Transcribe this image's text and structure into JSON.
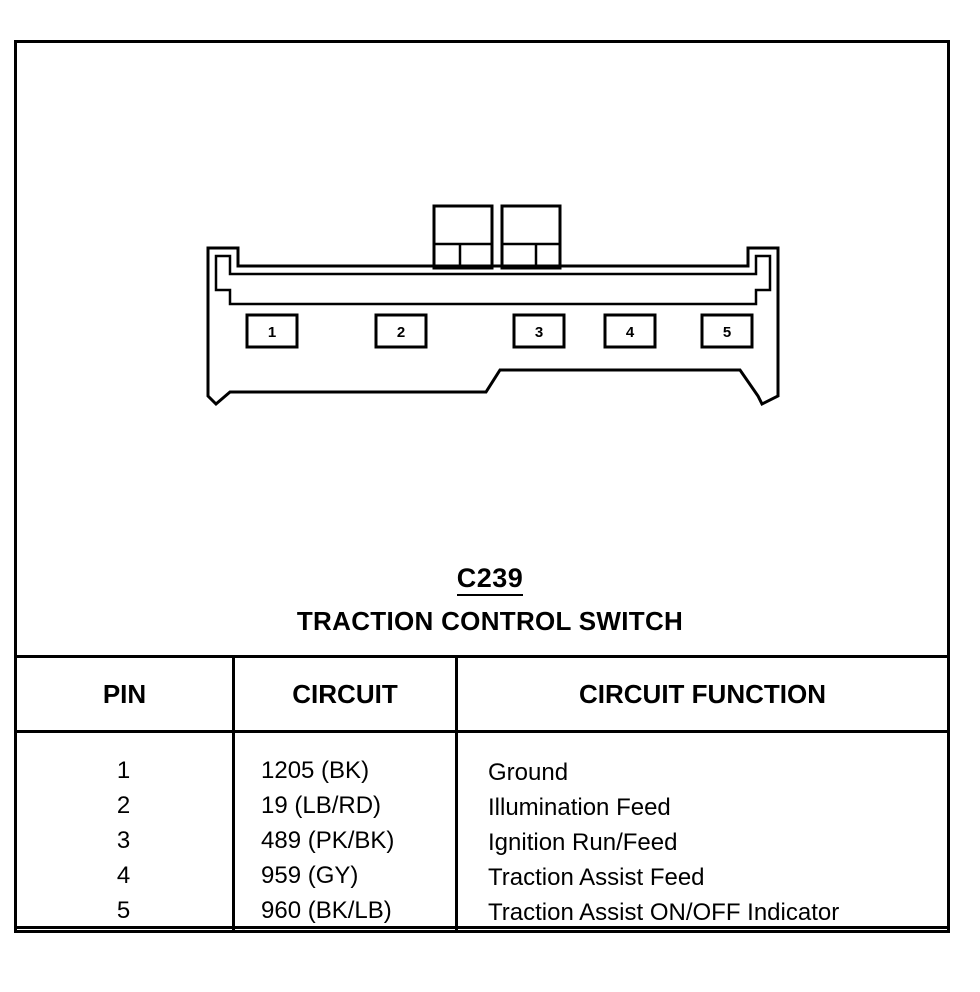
{
  "connector": {
    "id": "C239",
    "title": "TRACTION CONTROL SWITCH",
    "cavities": [
      "1",
      "2",
      "3",
      "4",
      "5"
    ]
  },
  "table": {
    "headers": {
      "pin": "PIN",
      "circuit": "CIRCUIT",
      "function": "CIRCUIT FUNCTION"
    },
    "rows": [
      {
        "pin": "1",
        "circuit": "1205 (BK)",
        "function": "Ground"
      },
      {
        "pin": "2",
        "circuit": "19 (LB/RD)",
        "function": "Illumination Feed"
      },
      {
        "pin": "3",
        "circuit": "489 (PK/BK)",
        "function": "Ignition Run/Feed"
      },
      {
        "pin": "4",
        "circuit": "959 (GY)",
        "function": "Traction Assist Feed"
      },
      {
        "pin": "5",
        "circuit": "960 (BK/LB)",
        "function": "Traction Assist ON/OFF Indicator"
      }
    ]
  }
}
